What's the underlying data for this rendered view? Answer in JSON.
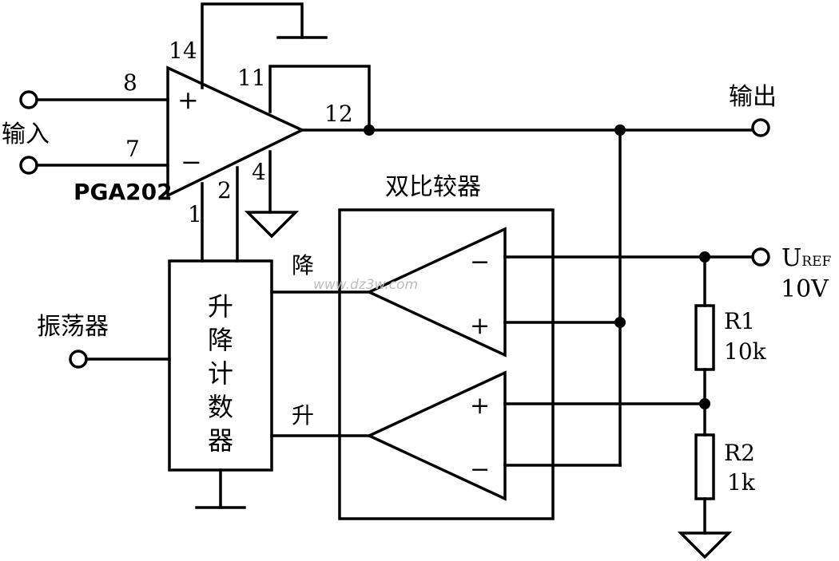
{
  "labels": {
    "input": "输入",
    "output": "输出",
    "chip": "PGA202",
    "dual_comparator": "双比较器",
    "oscillator": "振荡器",
    "counter": [
      "升",
      "降",
      "计",
      "数",
      "器"
    ],
    "down": "降",
    "up": "升",
    "uref_main": "U",
    "uref_sub": "REF",
    "uref_value": "10V",
    "r1_name": "R1",
    "r1_value": "10k",
    "r2_name": "R2",
    "r2_value": "1k",
    "watermark": "www.dz3w.com"
  },
  "pins": {
    "p8": "8",
    "p7": "7",
    "p14": "14",
    "p11": "11",
    "p12": "12",
    "p4": "4",
    "p2": "2",
    "p1": "1"
  },
  "signs": {
    "plus": "+",
    "minus": "−"
  }
}
